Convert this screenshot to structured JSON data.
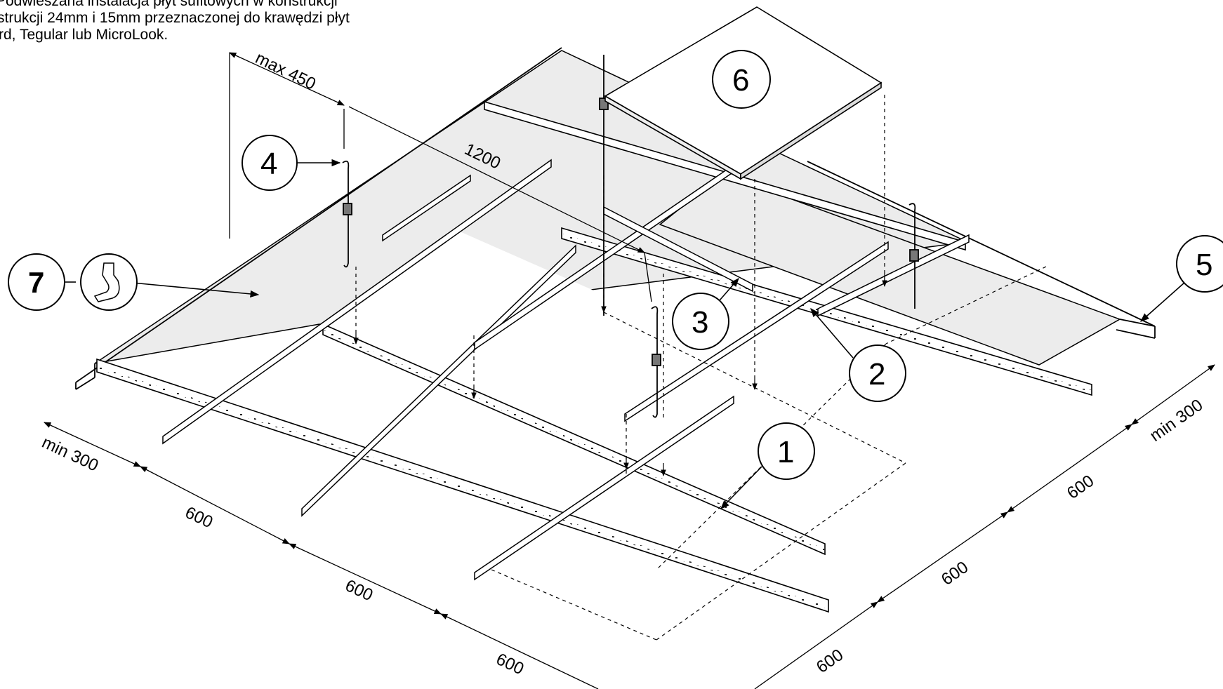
{
  "intro": {
    "line1": "Podwieszana instalacja płyt sufitowych w konstrukcji",
    "line2": "strukcji 24mm i 15mm przeznaczonej do krawędzi płyt",
    "line3": "rd, Tegular lub MicroLook."
  },
  "dimensions": {
    "max_hanger": "max 450",
    "main_span": "1200",
    "min_left": "min 300",
    "min_right": "min 300",
    "left_600_a": "600",
    "left_600_b": "600",
    "left_600_c": "600",
    "right_600_a": "600",
    "right_600_b": "600",
    "right_600_c": "600"
  },
  "callouts": [
    "1",
    "2",
    "3",
    "4",
    "5",
    "6",
    "7"
  ]
}
